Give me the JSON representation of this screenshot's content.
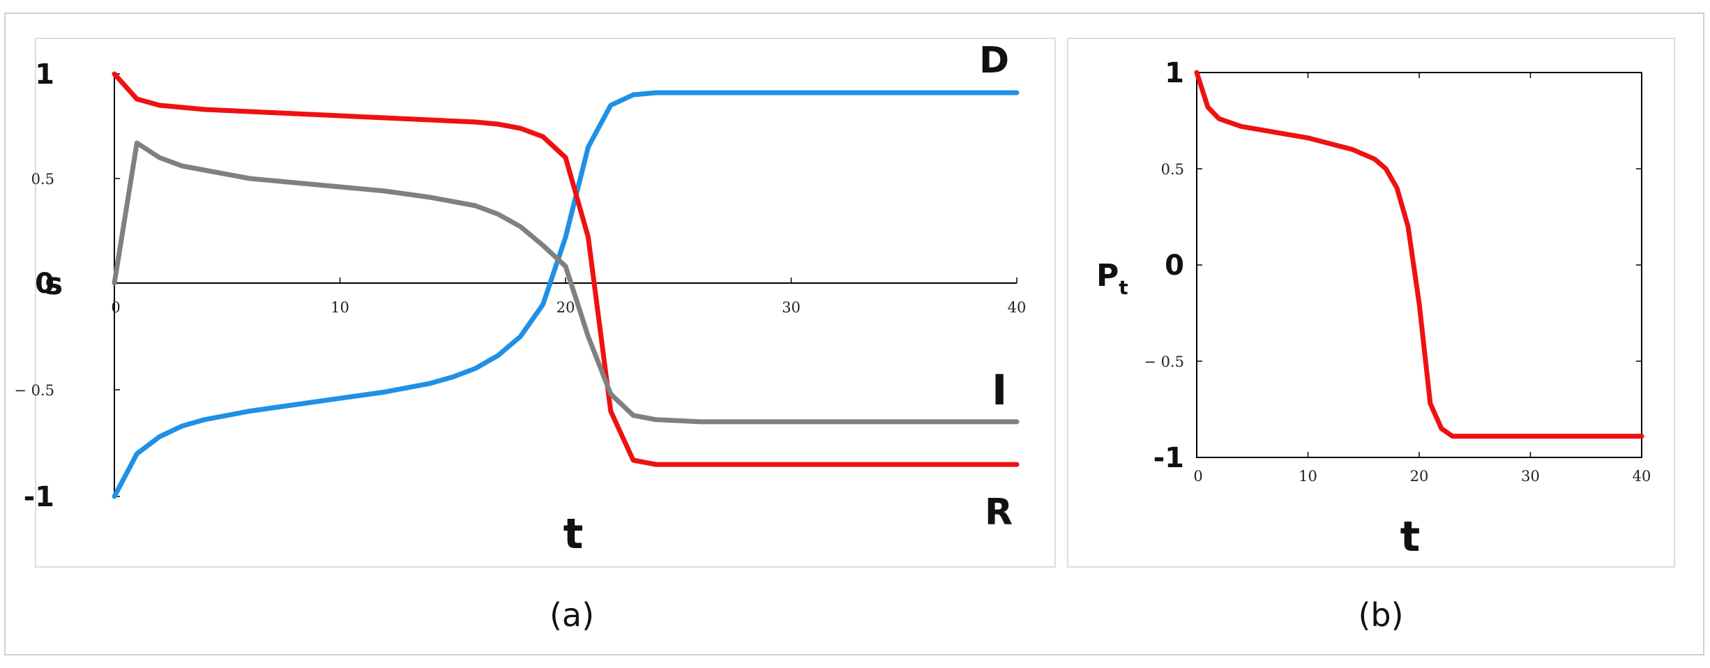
{
  "chart_data": [
    {
      "type": "line",
      "panel_label": "(a)",
      "xlabel": "t",
      "ylabel": "s",
      "xlim": [
        0,
        40
      ],
      "ylim": [
        -1,
        1
      ],
      "x_ticks": [
        "0",
        "10",
        "20",
        "30",
        "40"
      ],
      "y_ticks": [
        "1",
        "0.5",
        "0",
        "− 0.5",
        "-1"
      ],
      "grid": false,
      "series": [
        {
          "name": "D",
          "color": "#1e90e6",
          "x": [
            0,
            1,
            2,
            3,
            4,
            6,
            8,
            10,
            12,
            14,
            15,
            16,
            17,
            18,
            19,
            20,
            21,
            22,
            23,
            24,
            26,
            30,
            40
          ],
          "y": [
            -1,
            -0.8,
            -0.72,
            -0.67,
            -0.64,
            -0.6,
            -0.57,
            -0.54,
            -0.51,
            -0.47,
            -0.44,
            -0.4,
            -0.34,
            -0.25,
            -0.1,
            0.22,
            0.65,
            0.85,
            0.9,
            0.91,
            0.91,
            0.91,
            0.91
          ]
        },
        {
          "name": "R",
          "color": "#ee1111",
          "x": [
            0,
            1,
            2,
            3,
            4,
            6,
            8,
            10,
            12,
            14,
            16,
            17,
            18,
            19,
            20,
            21,
            22,
            23,
            24,
            26,
            30,
            40
          ],
          "y": [
            1,
            0.88,
            0.85,
            0.84,
            0.83,
            0.82,
            0.81,
            0.8,
            0.79,
            0.78,
            0.77,
            0.76,
            0.74,
            0.7,
            0.6,
            0.22,
            -0.6,
            -0.83,
            -0.85,
            -0.85,
            -0.85,
            -0.85
          ]
        },
        {
          "name": "I",
          "color": "#808080",
          "x": [
            0,
            1,
            2,
            3,
            4,
            6,
            8,
            10,
            12,
            14,
            16,
            17,
            18,
            19,
            20,
            21,
            22,
            23,
            24,
            26,
            30,
            40
          ],
          "y": [
            0,
            0.67,
            0.6,
            0.56,
            0.54,
            0.5,
            0.48,
            0.46,
            0.44,
            0.41,
            0.37,
            0.33,
            0.27,
            0.18,
            0.08,
            -0.25,
            -0.52,
            -0.62,
            -0.64,
            -0.65,
            -0.65,
            -0.65
          ]
        }
      ]
    },
    {
      "type": "line",
      "panel_label": "(b)",
      "xlabel": "t",
      "ylabel": "P",
      "ylabel_sub": "t",
      "xlim": [
        0,
        40
      ],
      "ylim": [
        -1,
        1
      ],
      "x_ticks": [
        "0",
        "10",
        "20",
        "30",
        "40"
      ],
      "y_ticks": [
        "1",
        "0.5",
        "0",
        "− 0.5",
        "-1"
      ],
      "grid": false,
      "series": [
        {
          "color": "#ee1111",
          "x": [
            0,
            1,
            2,
            3,
            4,
            6,
            8,
            10,
            12,
            14,
            16,
            17,
            18,
            19,
            20,
            21,
            22,
            23,
            24,
            26,
            30,
            40
          ],
          "y": [
            1,
            0.82,
            0.76,
            0.74,
            0.72,
            0.7,
            0.68,
            0.66,
            0.63,
            0.6,
            0.55,
            0.5,
            0.4,
            0.2,
            -0.2,
            -0.72,
            -0.85,
            -0.89,
            -0.89,
            -0.89,
            -0.89,
            -0.89
          ]
        }
      ]
    }
  ]
}
